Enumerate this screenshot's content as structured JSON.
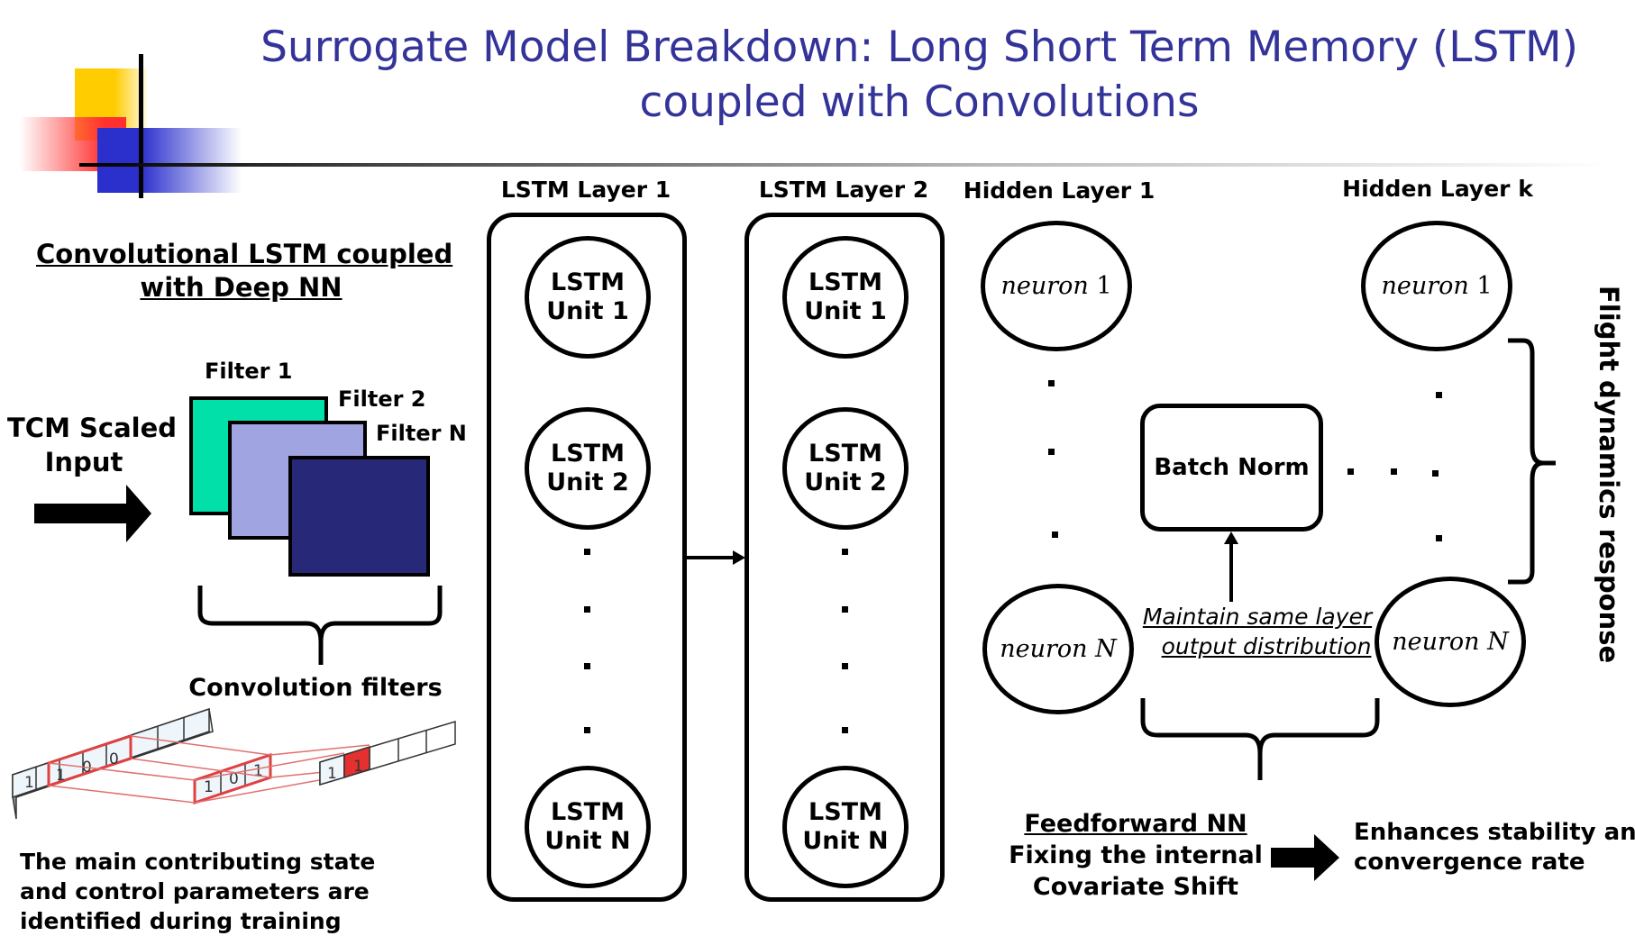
{
  "title": {
    "line1": "Surrogate Model Breakdown: Long Short Term Memory (LSTM)",
    "line2": "coupled with Convolutions"
  },
  "colors": {
    "title": "#333399",
    "filter1": "#00e0a8",
    "filter2": "#a0a4e0",
    "filterN": "#272878",
    "highlight": "#e53030",
    "cell": "#e6f2fb"
  },
  "left": {
    "heading_line1": "Convolutional LSTM coupled",
    "heading_line2": "with Deep NN",
    "input_line1": "TCM Scaled",
    "input_line2": "Input",
    "filter1": "Filter 1",
    "filter2": "Filter 2",
    "filterN": "Filter N",
    "conv_filters": "Convolution filters",
    "conv_strip_cells": {
      "strip1": [
        "1",
        "1",
        "0",
        "0"
      ],
      "strip2": [
        "1",
        "0",
        "1"
      ],
      "strip3": [
        "1",
        "1"
      ]
    },
    "caption_line1": "The main contributing state",
    "caption_line2": "and control parameters are",
    "caption_line3": "identified during training"
  },
  "lstm1": {
    "header": "LSTM Layer 1",
    "unit1": [
      "LSTM",
      "Unit 1"
    ],
    "unit2": [
      "LSTM",
      "Unit 2"
    ],
    "unitN": [
      "LSTM",
      "Unit N"
    ]
  },
  "lstm2": {
    "header": "LSTM Layer 2",
    "unit1": [
      "LSTM",
      "Unit 1"
    ],
    "unit2": [
      "LSTM",
      "Unit 2"
    ],
    "unitN": [
      "LSTM",
      "Unit N"
    ]
  },
  "hidden1": {
    "header": "Hidden Layer 1",
    "neuron1": {
      "word": "neuron",
      "index": "1"
    },
    "neuronN": {
      "word": "neuron",
      "index": "N"
    }
  },
  "hiddenk": {
    "header": "Hidden Layer k",
    "neuron1": {
      "word": "neuron",
      "index": "1"
    },
    "neuronN": {
      "word": "neuron",
      "index": "N"
    }
  },
  "batch_norm": "Batch Norm",
  "maintain_line1": "Maintain same layer",
  "maintain_line2": "output distribution",
  "flight_response": "Flight dynamics response",
  "bottom": {
    "ffnn_title": "Feedforward NN",
    "ffnn_line2": "Fixing the internal",
    "ffnn_line3": "Covariate Shift",
    "enhances_line1": "Enhances stability and",
    "enhances_line2": "convergence rate"
  }
}
